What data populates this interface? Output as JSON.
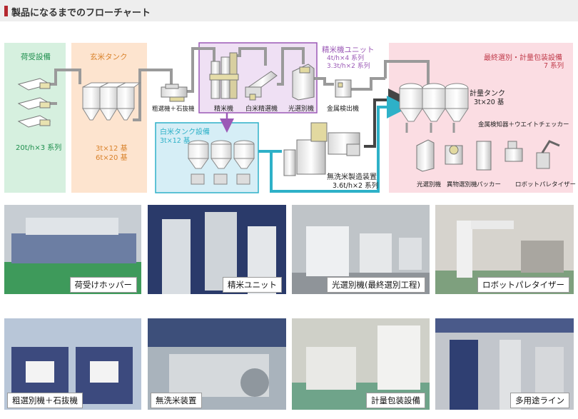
{
  "page": {
    "title": "製品になるまでのフローチャート"
  },
  "colors": {
    "title_mark": "#b4282f",
    "receiving_bg": "#d6f0df",
    "brown_rice_bg": "#fde4cf",
    "polish_border": "#9b59b6",
    "white_tank_bg": "#d6eef6",
    "final_bg": "#fbdde3",
    "pipe_gray": "#9a9a9a",
    "pipe_cyan": "#2eb1c8",
    "pipe_dark": "#444444"
  },
  "flow": {
    "receiving": {
      "title": "荷受設備",
      "capacity": "20t/h×3 系列"
    },
    "brown_rice_tank": {
      "title": "玄米タンク",
      "spec1": "3t×12 基",
      "spec2": "6t×20 基"
    },
    "rough_sorter_label": "粗選機＋石抜機",
    "polishing_unit": {
      "title": "精米機ユニット",
      "spec1": "4t/h×4 系列",
      "spec2": "3.3t/h×2 系列"
    },
    "polisher_label": "精米機",
    "white_rice_sorter_label": "白米精選機",
    "optical_sorter_label": "光選別機",
    "metal_detector_label": "金属検出機",
    "white_rice_tank": {
      "title": "白米タンク設備",
      "spec": "3t×12 基"
    },
    "wash_free": {
      "title": "無洗米製造装置",
      "spec": "3.6t/h×2 系列"
    },
    "final": {
      "title": "最終選別・計量包装設備",
      "spec": "7 系列"
    },
    "weighing_tank": {
      "title": "計量タンク",
      "spec": "3t×20 基"
    },
    "metal_weight_label": "金属検知器＋ウエイトチェッカー",
    "final_optical_label": "光選別機",
    "foreign_sorter_label": "異物選別機",
    "packer_label": "パッカー",
    "palletizer_label": "ロボットパレタイザー"
  },
  "photos": [
    {
      "caption": "荷受けホッパー"
    },
    {
      "caption": "精米ユニット"
    },
    {
      "caption": "光選別機(最終選別工程)"
    },
    {
      "caption": "ロボットパレタイザー"
    },
    {
      "caption": "粗選別機＋石抜機"
    },
    {
      "caption": "無洗米装置"
    },
    {
      "caption": "計量包装設備"
    },
    {
      "caption": "多用途ライン"
    }
  ]
}
